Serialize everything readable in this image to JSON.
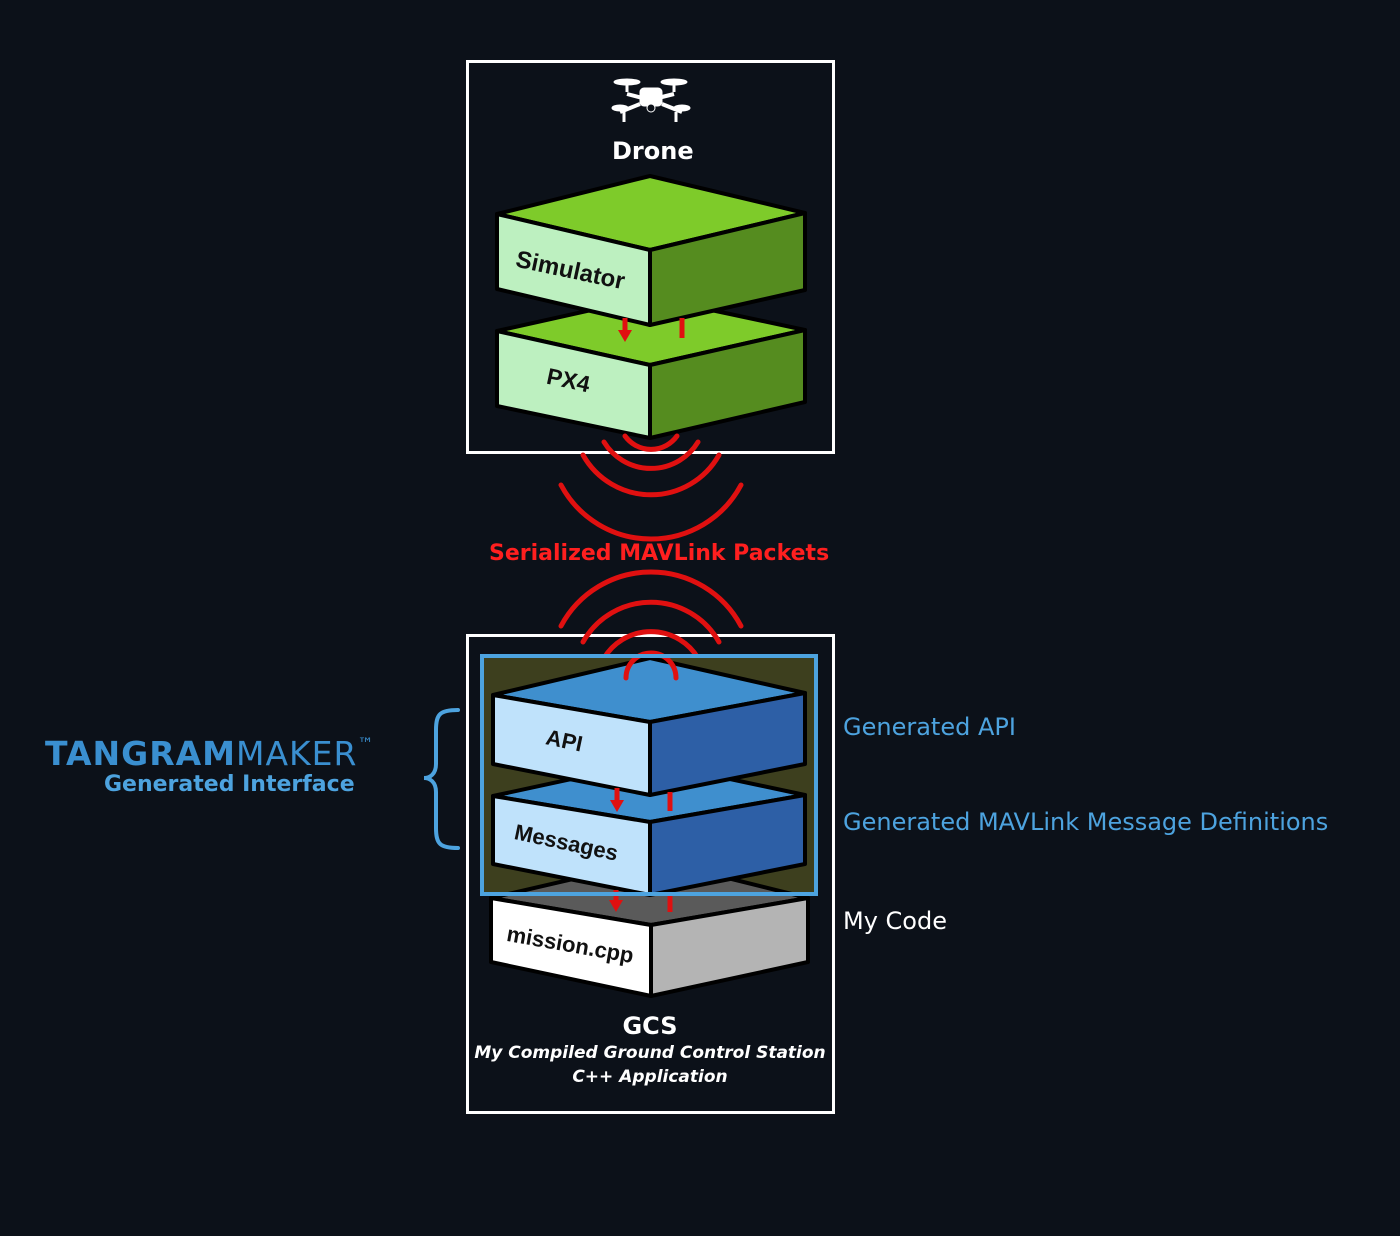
{
  "drone": {
    "title": "Drone",
    "icon": "drone-icon",
    "layers": [
      "Simulator",
      "PX4"
    ]
  },
  "link": {
    "label": "Serialized MAVLink Packets",
    "color": "#e01010"
  },
  "gcs": {
    "title": "GCS",
    "subtitle_line1": "My Compiled Ground Control Station",
    "subtitle_line2": "C++ Application",
    "layers": [
      "API",
      "Messages",
      "mission.cpp"
    ]
  },
  "brand": {
    "name_bold": "TANGRAM",
    "name_light": "MAKER",
    "trademark": "™",
    "subtitle": "Generated Interface"
  },
  "side_labels": {
    "api": "Generated API",
    "messages": "Generated MAVLink Message Definitions",
    "code": "My Code"
  },
  "colors": {
    "green_top": "#7ecb2a",
    "green_side": "#558c1f",
    "green_front": "#bdf0c0",
    "blue_top": "#3f8fce",
    "blue_side": "#2d5fa6",
    "blue_front": "#bfe2fb",
    "gray_top": "#5a5a5a",
    "gray_side": "#b4b4b4",
    "highlight": "#4da3df"
  }
}
